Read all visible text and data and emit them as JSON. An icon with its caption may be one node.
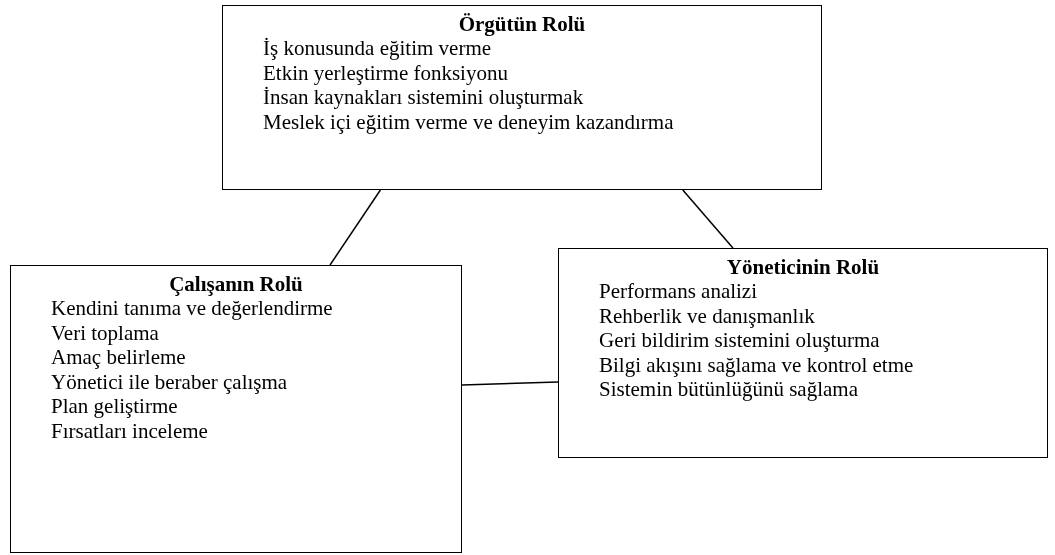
{
  "diagram": {
    "nodes": [
      {
        "text": [
          "Örgütün Rolü",
          "İş konusunda eğitim verme",
          "Etkin yerleştirme fonksiyonu",
          "İnsan kaynakları sistemini oluşturmak",
          "Meslek içi eğitim verme ve deneyim kazandırma"
        ]
      },
      {
        "text": [
          "Çalışanın Rolü",
          "Kendini tanıma ve değerlendirme",
          "Veri toplama",
          "Amaç belirleme",
          "Yönetici ile beraber çalışma",
          "Plan geliştirme",
          "Fırsatları inceleme"
        ]
      },
      {
        "text": [
          "Yöneticinin Rolü",
          "Performans analizi",
          "Rehberlik ve danışmanlık",
          "Geri bildirim sistemini oluşturma",
          "Bilgi akışını sağlama ve kontrol etme",
          "Sistemin bütünlüğünü sağlama"
        ]
      }
    ],
    "edges": [
      {
        "from": 0,
        "to": 1,
        "arrow": "none"
      },
      {
        "from": 0,
        "to": 2,
        "arrow": "none"
      },
      {
        "from": 1,
        "to": 2,
        "arrow": "none"
      }
    ]
  }
}
